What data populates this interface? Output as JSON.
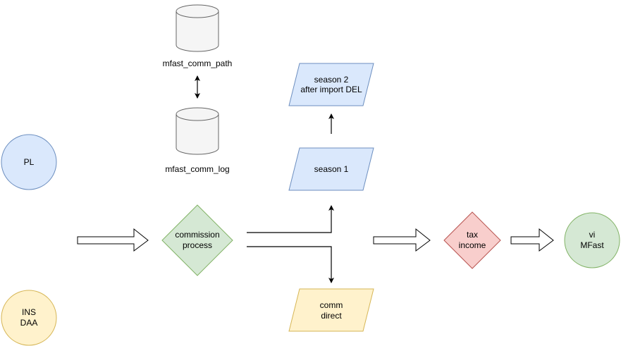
{
  "nodes": {
    "pl": {
      "label": "PL",
      "fill": "#dae8fc",
      "stroke": "#6c8ebf"
    },
    "ins_daa": {
      "line1": "INS",
      "line2": "DAA",
      "fill": "#fff2cc",
      "stroke": "#d6b656"
    },
    "db_path": {
      "label": "mfast_comm_path",
      "fill": "#f5f5f5",
      "stroke": "#666666"
    },
    "db_log": {
      "label": "mfast_comm_log",
      "fill": "#f5f5f5",
      "stroke": "#666666"
    },
    "commission": {
      "line1": "commission",
      "line2": "process",
      "fill": "#d5e8d4",
      "stroke": "#82b366"
    },
    "season1": {
      "label": "season 1",
      "fill": "#dae8fc",
      "stroke": "#6c8ebf"
    },
    "season2": {
      "line1": "season 2",
      "line2": "after import DEL",
      "fill": "#dae8fc",
      "stroke": "#6c8ebf"
    },
    "comm_direct": {
      "line1": "comm",
      "line2": "direct",
      "fill": "#fff2cc",
      "stroke": "#d6b656"
    },
    "tax": {
      "line1": "tax",
      "line2": "income",
      "fill": "#f8cecc",
      "stroke": "#b85450"
    },
    "vi_mfast": {
      "line1": "vi",
      "line2": "MFast",
      "fill": "#d5e8d4",
      "stroke": "#82b366"
    }
  }
}
